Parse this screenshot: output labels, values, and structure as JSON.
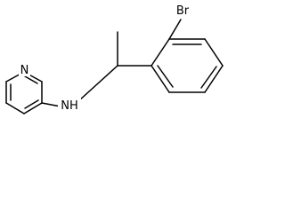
{
  "molecule": {
    "atoms": {
      "pyridine_nitrogen": "N",
      "amine_nitrogen": "NH",
      "bromine": "Br"
    }
  },
  "colors": {
    "bond": "#000000",
    "label": "#000000",
    "background": "#ffffff"
  }
}
